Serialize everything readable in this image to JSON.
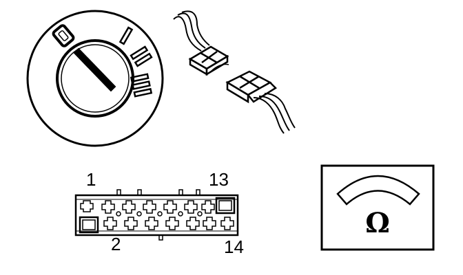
{
  "ignition_switch": {
    "position_labels": [
      "0",
      "I",
      "II",
      "III"
    ]
  },
  "connector": {
    "pin_labels": {
      "top_left": "1",
      "top_right": "13",
      "bottom_left": "2",
      "bottom_right": "14"
    }
  },
  "ohmmeter": {
    "symbol": "Ω"
  },
  "icons": [
    "ignition-switch-icon",
    "wire-connector-icon",
    "multi-pin-connector-icon",
    "ohmmeter-icon"
  ],
  "colors": {
    "line": "#000000",
    "background": "#ffffff"
  }
}
